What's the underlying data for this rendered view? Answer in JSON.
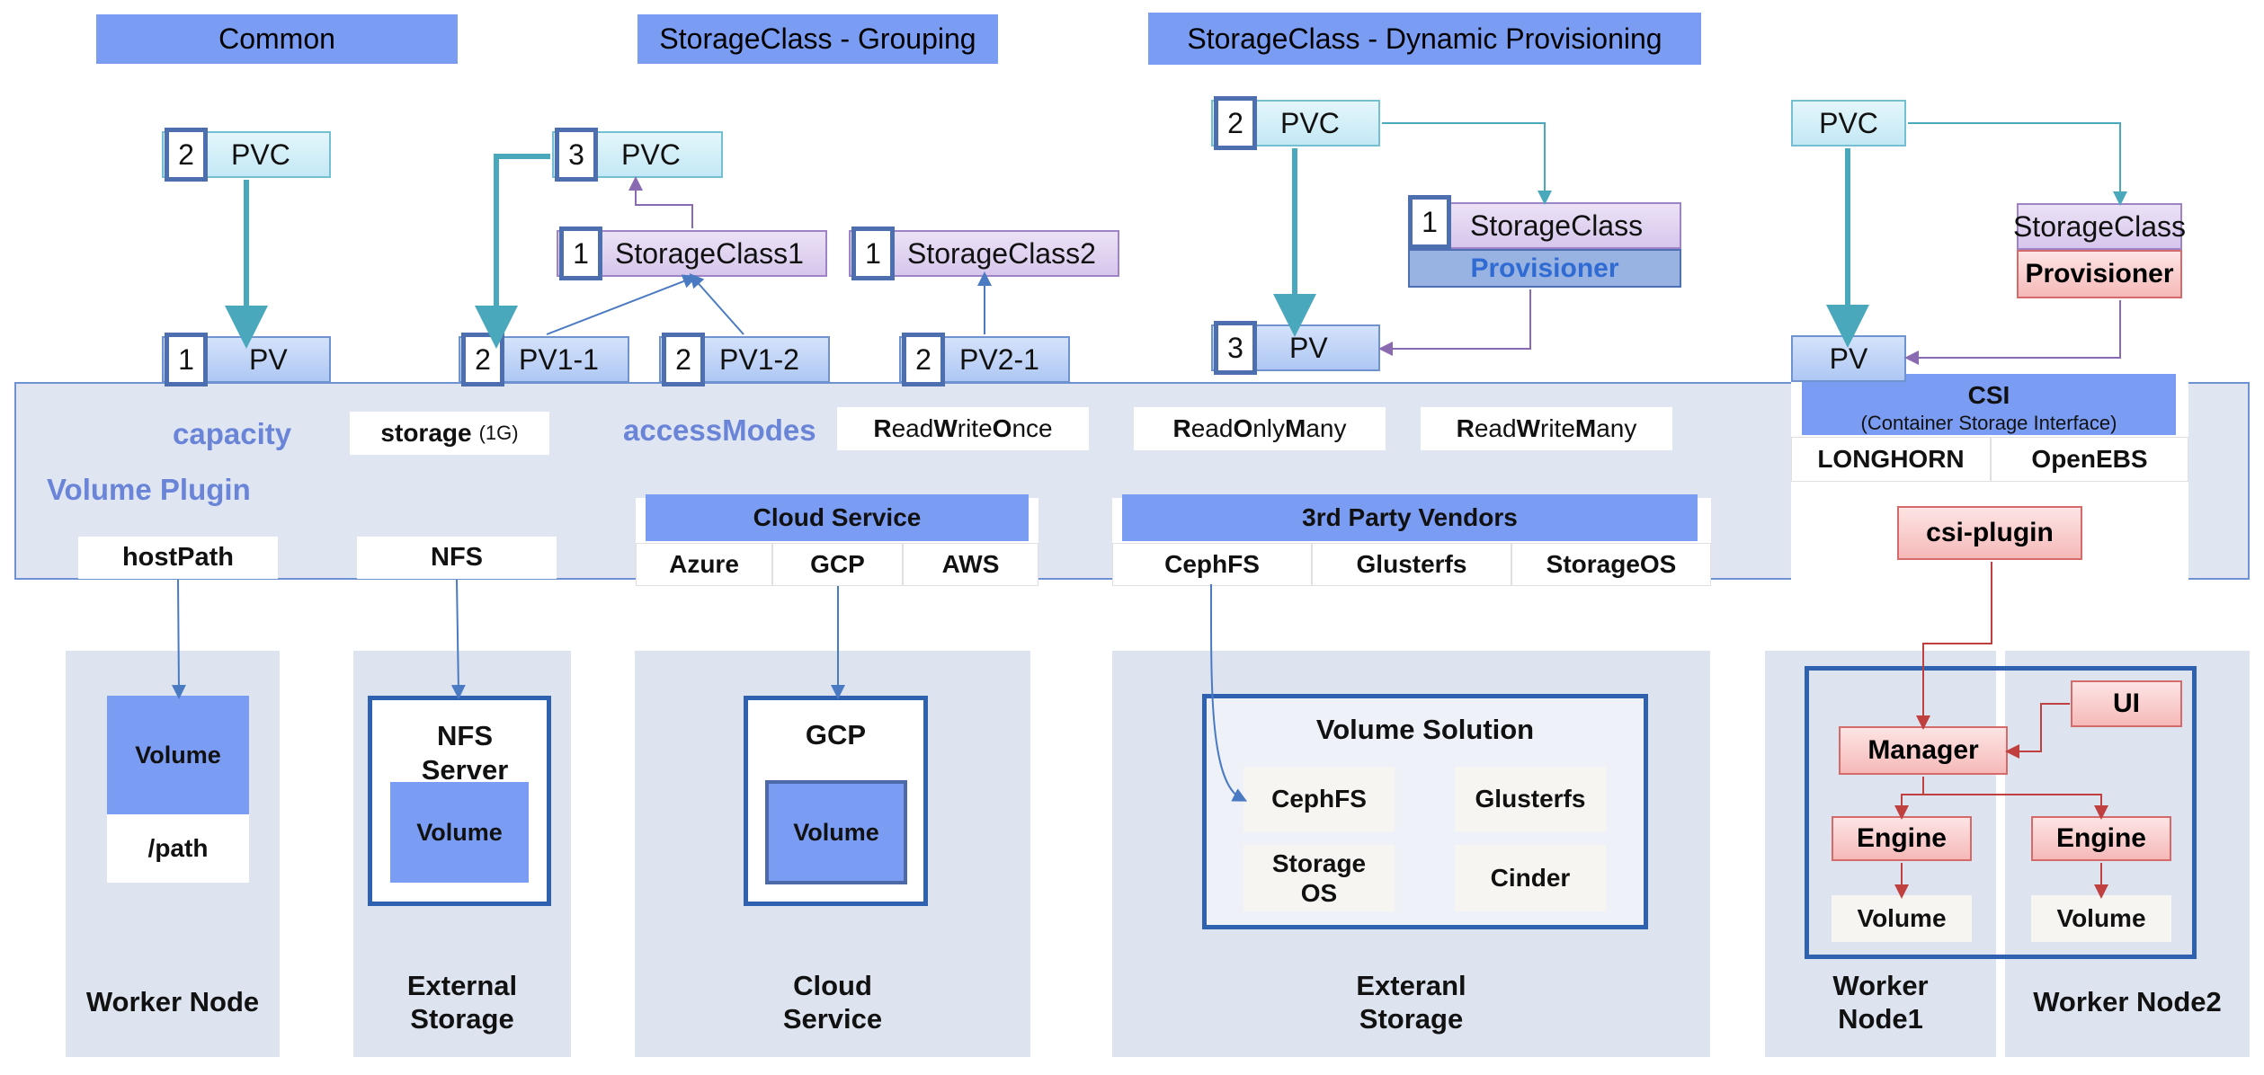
{
  "headers": {
    "common": "Common",
    "grouping": "StorageClass - Grouping",
    "dynamic": "StorageClass - Dynamic Provisioning"
  },
  "common": {
    "pvc_num": "2",
    "pvc": "PVC",
    "pv_num": "1",
    "pv": "PV"
  },
  "grouping": {
    "pvc_num": "3",
    "pvc": "PVC",
    "sc1_num": "1",
    "sc1": "StorageClass1",
    "sc2_num": "1",
    "sc2": "StorageClass2",
    "pv11_num": "2",
    "pv11": "PV1-1",
    "pv12_num": "2",
    "pv12": "PV1-2",
    "pv21_num": "2",
    "pv21": "PV2-1"
  },
  "dynamic": {
    "pvc_num": "2",
    "pvc": "PVC",
    "sc_num": "1",
    "sc": "StorageClass",
    "provisioner": "Provisioner",
    "pv_num": "3",
    "pv": "PV"
  },
  "csi_flow": {
    "pvc": "PVC",
    "sc": "StorageClass",
    "provisioner": "Provisioner",
    "pv": "PV"
  },
  "band": {
    "capacity": "capacity",
    "storage_main": "storage",
    "storage_sub": "(1G)",
    "access_modes": "accessModes",
    "rwo": [
      {
        "t": "R",
        "b": true
      },
      {
        "t": "ead",
        "b": false
      },
      {
        "t": "W",
        "b": true
      },
      {
        "t": "rite",
        "b": false
      },
      {
        "t": "O",
        "b": true
      },
      {
        "t": "nce",
        "b": false
      }
    ],
    "rom": [
      {
        "t": "R",
        "b": true
      },
      {
        "t": "ead",
        "b": false
      },
      {
        "t": "O",
        "b": true
      },
      {
        "t": "nly",
        "b": false
      },
      {
        "t": "M",
        "b": true
      },
      {
        "t": "any",
        "b": false
      }
    ],
    "rwm": [
      {
        "t": "R",
        "b": true
      },
      {
        "t": "ead",
        "b": false
      },
      {
        "t": "W",
        "b": true
      },
      {
        "t": "rite",
        "b": false
      },
      {
        "t": "M",
        "b": true
      },
      {
        "t": "any",
        "b": false
      }
    ],
    "volume_plugin": "Volume Plugin",
    "hostpath": "hostPath",
    "nfs": "NFS",
    "cloud_service": "Cloud Service",
    "cloud_items": [
      "Azure",
      "GCP",
      "AWS"
    ],
    "vendors": "3rd Party Vendors",
    "vendor_items": [
      "CephFS",
      "Glusterfs",
      "StorageOS"
    ],
    "csi_title": "CSI",
    "csi_sub": "(Container Storage Interface)",
    "csi_items": [
      "LONGHORN",
      "OpenEBS"
    ],
    "csi_plugin": "csi-plugin"
  },
  "bottom": {
    "worker": {
      "volume": "Volume",
      "path": "/path",
      "label": "Worker Node"
    },
    "external": {
      "server": "NFS\nServer",
      "volume": "Volume",
      "label": "External\nStorage"
    },
    "cloud": {
      "title": "GCP",
      "volume": "Volume",
      "label": "Cloud\nService"
    },
    "exteranl": {
      "title": "Volume Solution",
      "items": [
        "CephFS",
        "Glusterfs",
        "Storage\nOS",
        "Cinder"
      ],
      "label": "Exteranl\nStorage"
    },
    "longhorn": {
      "ui": "UI",
      "manager": "Manager",
      "engine1": "Engine",
      "engine2": "Engine",
      "vol1": "Volume",
      "vol2": "Volume",
      "node1": "Worker\nNode1",
      "node2": "Worker Node2"
    }
  },
  "colors": {
    "accent": "#7b9cf3",
    "band": "#dfe6f1",
    "purple_text": "#6a84d8",
    "red": "#f6b9b9"
  }
}
